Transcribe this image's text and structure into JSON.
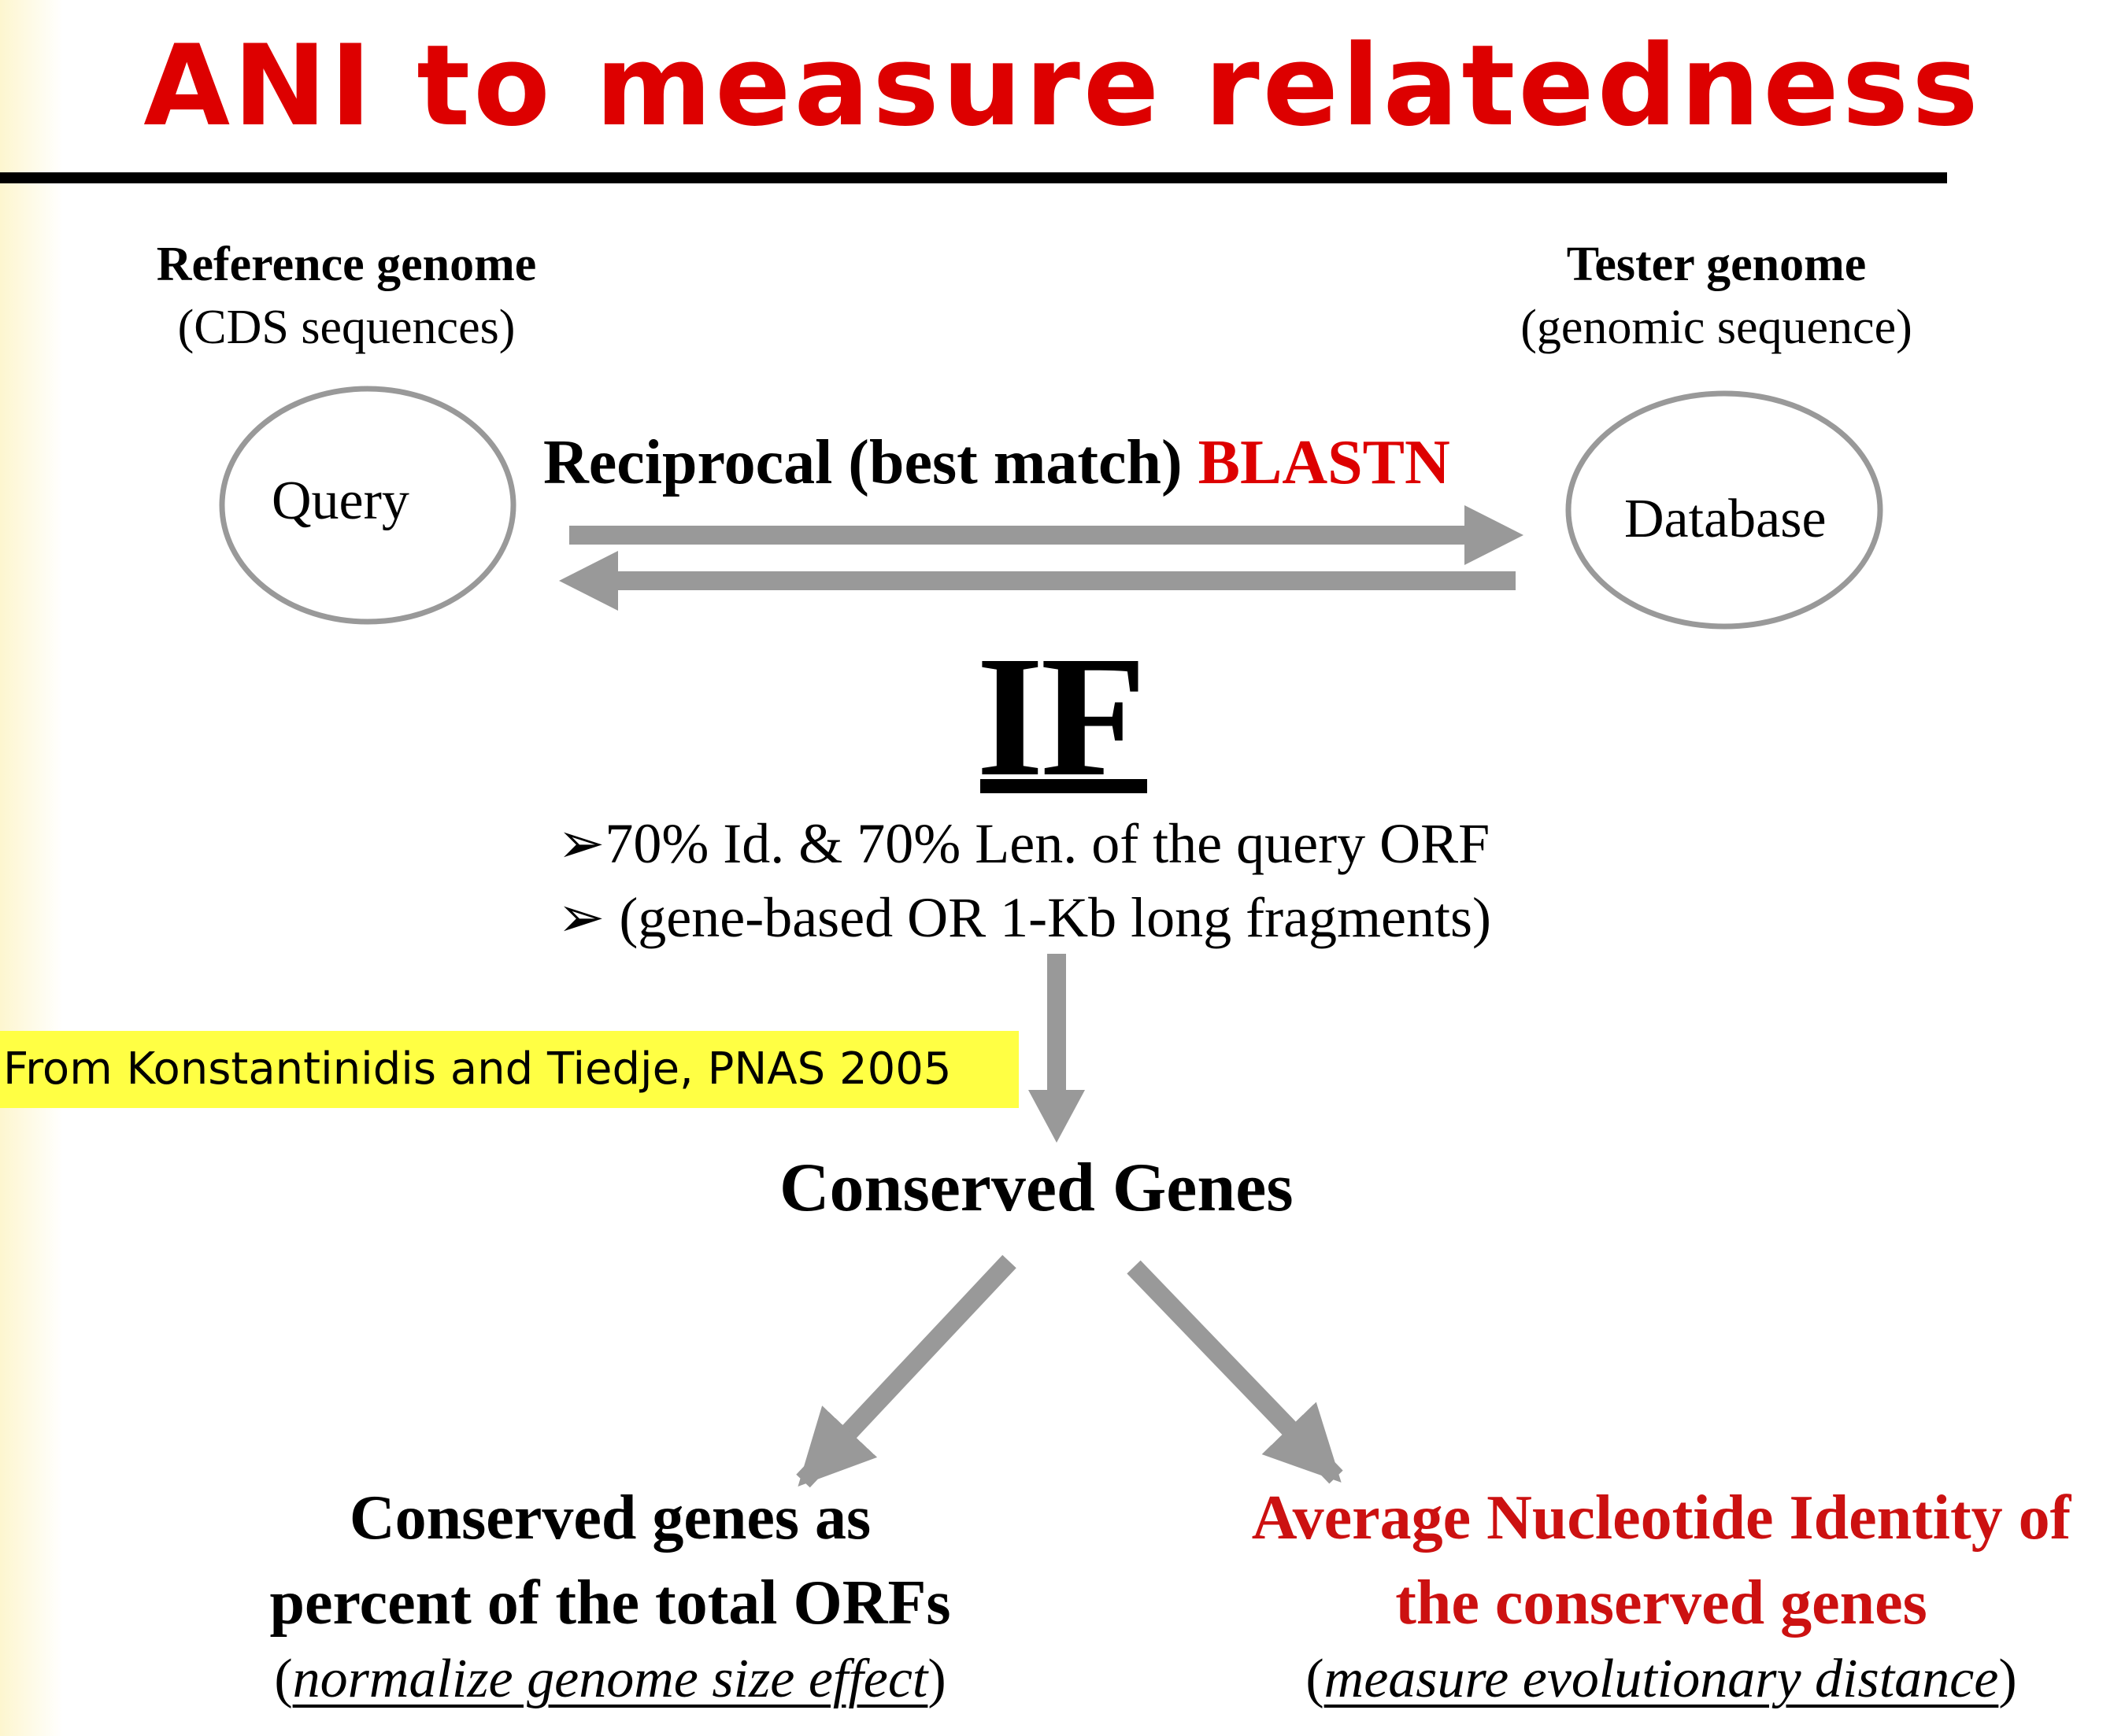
{
  "slide": {
    "title": "ANI to measure relatedness"
  },
  "reference": {
    "name": "Reference genome",
    "desc": "(CDS sequences)",
    "node_label": "Query"
  },
  "tester": {
    "name": "Tester genome",
    "desc": "(genomic sequence)",
    "node_label": "Database"
  },
  "blast": {
    "label_black": "Reciprocal (best match)",
    "label_red": "BLASTN"
  },
  "condition": {
    "heading": "IF",
    "criteria": [
      "➢70% Id. & 70% Len. of the query ORF",
      "➢ (gene-based OR 1-Kb long fragments)"
    ]
  },
  "citation": "From Konstantinidis  and Tiedje, PNAS 2005",
  "conserved": {
    "heading": "Conserved Genes"
  },
  "outcomes": {
    "left": {
      "line1": "Conserved genes as",
      "line2": "percent of the total ORFs",
      "note_open": "(",
      "note_italic": "normalize genome size effect",
      "note_close": ")"
    },
    "right": {
      "line1": "Average Nucleotide Identity of",
      "line2": "the conserved genes",
      "note_open": "(",
      "note_italic": "measure evolutionary distance",
      "note_close": ")"
    }
  },
  "colors": {
    "title": "#dd0000",
    "arrow": "#999999",
    "highlight": "#ffff44",
    "accent": "#cc1111"
  }
}
